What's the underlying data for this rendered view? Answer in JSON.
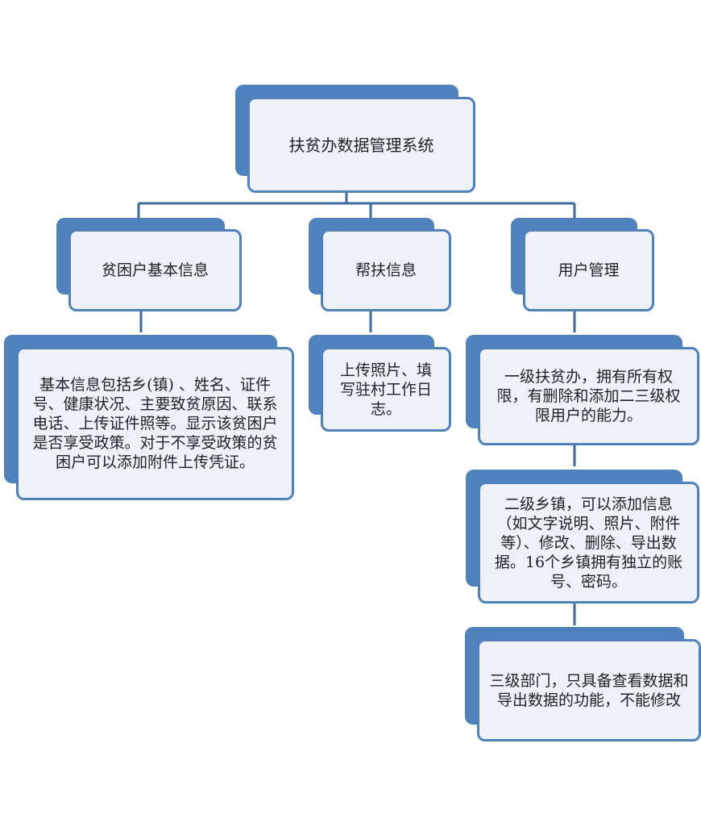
{
  "diagram": {
    "root": {
      "label": "扶贫办数据管理系统"
    },
    "branches": [
      {
        "label": "贫困户基本信息",
        "details": [
          "基本信息包括乡(镇) 、姓名、证件号、健康状况、主要致贫原因、联系电话、上传证件照等。显示该贫困户是否享受政策。对于不享受政策的贫困户可以添加附件上传凭证。"
        ]
      },
      {
        "label": "帮扶信息",
        "details": [
          "上传照片、填写驻村工作日志。"
        ]
      },
      {
        "label": "用户管理",
        "details": [
          "一级扶贫办，拥有所有权限，有删除和添加二三级权限用户的能力。",
          "二级乡镇，可以添加信息（如文字说明、照片、附件等）、修改、删除、导出数据。16个乡镇拥有独立的账号、密码。",
          "三级部门，只具备查看数据和导出数据的功能，不能修改"
        ]
      }
    ]
  },
  "colors": {
    "accent": "#4f81bd",
    "fill": "#eef2f8",
    "line": "#3d6a9e"
  }
}
